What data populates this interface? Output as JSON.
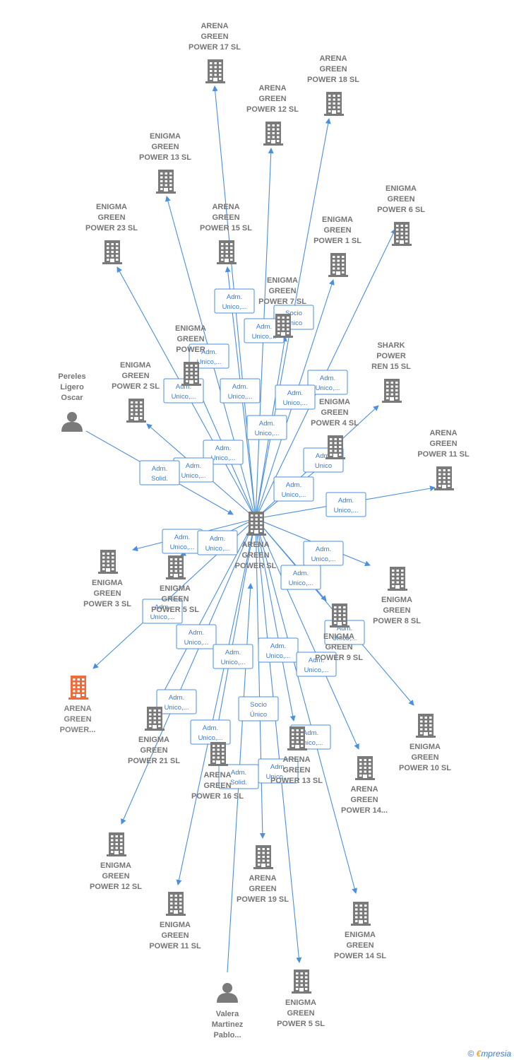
{
  "colors": {
    "edge": "#4a8fe0",
    "company": "#7a7a7a",
    "highlight": "#f06a3a",
    "person": "#7a7a7a",
    "label_border": "#4a8fe0"
  },
  "nodes": [
    {
      "id": "center",
      "kind": "company",
      "icon": "building-icon",
      "lines": [
        "ARENA",
        "GREEN",
        "POWER  SL"
      ]
    },
    {
      "id": "p17",
      "kind": "company",
      "icon": "building-icon",
      "lines": [
        "ARENA",
        "GREEN",
        "POWER 17  SL"
      ]
    },
    {
      "id": "p18",
      "kind": "company",
      "icon": "building-icon",
      "lines": [
        "ARENA",
        "GREEN",
        "POWER 18  SL"
      ]
    },
    {
      "id": "p12a",
      "kind": "company",
      "icon": "building-icon",
      "lines": [
        "ARENA",
        "GREEN",
        "POWER 12  SL"
      ]
    },
    {
      "id": "e13",
      "kind": "company",
      "icon": "building-icon",
      "lines": [
        "ENIGMA",
        "GREEN",
        "POWER 13  SL"
      ]
    },
    {
      "id": "e6",
      "kind": "company",
      "icon": "building-icon",
      "lines": [
        "ENIGMA",
        "GREEN",
        "POWER 6  SL"
      ]
    },
    {
      "id": "e23",
      "kind": "company",
      "icon": "building-icon",
      "lines": [
        "ENIGMA",
        "GREEN",
        "POWER 23  SL"
      ]
    },
    {
      "id": "a15",
      "kind": "company",
      "icon": "building-icon",
      "lines": [
        "ARENA",
        "GREEN",
        "POWER 15  SL"
      ]
    },
    {
      "id": "e1",
      "kind": "company",
      "icon": "building-icon",
      "lines": [
        "ENIGMA",
        "GREEN",
        "POWER 1  SL"
      ]
    },
    {
      "id": "e7",
      "kind": "company",
      "icon": "building-icon",
      "lines": [
        "ENIGMA",
        "GREEN",
        "POWER 7  SL"
      ]
    },
    {
      "id": "ex",
      "kind": "company",
      "icon": "building-icon",
      "lines": [
        "ENIGMA",
        "GREEN",
        "POWER"
      ]
    },
    {
      "id": "shark",
      "kind": "company",
      "icon": "building-icon",
      "lines": [
        "SHARK",
        "POWER",
        "REN 15  SL"
      ]
    },
    {
      "id": "e2",
      "kind": "company",
      "icon": "building-icon",
      "lines": [
        "ENIGMA",
        "GREEN",
        "POWER 2  SL"
      ]
    },
    {
      "id": "e4",
      "kind": "company",
      "icon": "building-icon",
      "lines": [
        "ENIGMA",
        "GREEN",
        "POWER 4  SL"
      ]
    },
    {
      "id": "a11",
      "kind": "company",
      "icon": "building-icon",
      "lines": [
        "ARENA",
        "GREEN",
        "POWER 11  SL"
      ]
    },
    {
      "id": "pereles",
      "kind": "person",
      "icon": "person-icon",
      "lines": [
        "Pereles",
        "Ligero",
        "Oscar"
      ]
    },
    {
      "id": "e3",
      "kind": "company",
      "icon": "building-icon",
      "lines": [
        "ENIGMA",
        "GREEN",
        "POWER 3  SL"
      ]
    },
    {
      "id": "e5b",
      "kind": "company",
      "icon": "building-icon",
      "lines": [
        "ENIGMA",
        "GREEN",
        "POWER 5  SL"
      ]
    },
    {
      "id": "e8",
      "kind": "company",
      "icon": "building-icon",
      "lines": [
        "ENIGMA",
        "GREEN",
        "POWER 8  SL"
      ]
    },
    {
      "id": "e9",
      "kind": "company",
      "icon": "building-icon",
      "lines": [
        "ENIGMA",
        "GREEN",
        "POWER 9  SL"
      ]
    },
    {
      "id": "hl",
      "kind": "highlight",
      "icon": "building-icon",
      "lines": [
        "ARENA",
        "GREEN",
        "POWER..."
      ]
    },
    {
      "id": "e10",
      "kind": "company",
      "icon": "building-icon",
      "lines": [
        "ENIGMA",
        "GREEN",
        "POWER 10  SL"
      ]
    },
    {
      "id": "e21",
      "kind": "company",
      "icon": "building-icon",
      "lines": [
        "ENIGMA",
        "GREEN",
        "POWER 21  SL"
      ]
    },
    {
      "id": "a16",
      "kind": "company",
      "icon": "building-icon",
      "lines": [
        "ARENA",
        "GREEN",
        "POWER 16  SL"
      ]
    },
    {
      "id": "a13",
      "kind": "company",
      "icon": "building-icon",
      "lines": [
        "ARENA",
        "GREEN",
        "POWER 13  SL"
      ]
    },
    {
      "id": "a14",
      "kind": "company",
      "icon": "building-icon",
      "lines": [
        "ARENA",
        "GREEN",
        "POWER 14..."
      ]
    },
    {
      "id": "e12",
      "kind": "company",
      "icon": "building-icon",
      "lines": [
        "ENIGMA",
        "GREEN",
        "POWER 12  SL"
      ]
    },
    {
      "id": "a19",
      "kind": "company",
      "icon": "building-icon",
      "lines": [
        "ARENA",
        "GREEN",
        "POWER 19  SL"
      ]
    },
    {
      "id": "e11",
      "kind": "company",
      "icon": "building-icon",
      "lines": [
        "ENIGMA",
        "GREEN",
        "POWER 11  SL"
      ]
    },
    {
      "id": "e14",
      "kind": "company",
      "icon": "building-icon",
      "lines": [
        "ENIGMA",
        "GREEN",
        "POWER 14  SL"
      ]
    },
    {
      "id": "valera",
      "kind": "person",
      "icon": "person-icon",
      "lines": [
        "Valera",
        "Martinez",
        "Pablo..."
      ]
    },
    {
      "id": "e5",
      "kind": "company",
      "icon": "building-icon",
      "lines": [
        "ENIGMA",
        "GREEN",
        "POWER 5  SL"
      ]
    }
  ],
  "edges": [
    {
      "from": "center",
      "to": "p17",
      "label": [
        "Adm.",
        "Unico,..."
      ]
    },
    {
      "from": "center",
      "to": "p18",
      "label": [
        "Socio",
        "Único"
      ]
    },
    {
      "from": "center",
      "to": "p12a",
      "label": [
        "Adm.",
        "Unico,..."
      ]
    },
    {
      "from": "center",
      "to": "e13",
      "label": [
        "Adm.",
        "Unico,..."
      ]
    },
    {
      "from": "center",
      "to": "e6",
      "label": [
        "Adm.",
        "Unico,..."
      ]
    },
    {
      "from": "center",
      "to": "e23",
      "label": [
        "Adm.",
        "Unico,..."
      ]
    },
    {
      "from": "center",
      "to": "a15",
      "label": [
        "Adm.",
        "Unico,..."
      ]
    },
    {
      "from": "center",
      "to": "e1",
      "label": [
        "Adm.",
        "Unico,..."
      ]
    },
    {
      "from": "center",
      "to": "e7",
      "label": [
        "Adm.",
        "Unico,..."
      ]
    },
    {
      "from": "center",
      "to": "ex",
      "label": [
        "Adm.",
        "Unico,..."
      ]
    },
    {
      "from": "center",
      "to": "shark",
      "label": [
        "Adm.",
        "Unico"
      ]
    },
    {
      "from": "center",
      "to": "e2",
      "label": [
        "Adm.",
        "Unico,..."
      ]
    },
    {
      "from": "center",
      "to": "e4",
      "label": [
        "Adm.",
        "Unico,..."
      ]
    },
    {
      "from": "center",
      "to": "a11",
      "label": [
        "Adm.",
        "Unico,..."
      ]
    },
    {
      "from": "pereles",
      "to": "center",
      "label": [
        "Adm.",
        "Solid."
      ]
    },
    {
      "from": "center",
      "to": "e3",
      "label": [
        "Adm.",
        "Unico,..."
      ]
    },
    {
      "from": "center",
      "to": "e5b",
      "label": [
        "Adm.",
        "Unico,..."
      ]
    },
    {
      "from": "center",
      "to": "e8",
      "label": [
        "Adm.",
        "Unico,..."
      ]
    },
    {
      "from": "center",
      "to": "e9",
      "label": [
        "Adm.",
        "Unico,..."
      ]
    },
    {
      "from": "center",
      "to": "hl",
      "label": [
        "Adm.",
        "Unico,..."
      ]
    },
    {
      "from": "center",
      "to": "e10",
      "label": [
        "Adm.",
        "Unico,..."
      ]
    },
    {
      "from": "center",
      "to": "e21",
      "label": [
        "Adm.",
        "Unico,..."
      ]
    },
    {
      "from": "center",
      "to": "a16",
      "label": [
        "Adm.",
        "Unico,..."
      ]
    },
    {
      "from": "center",
      "to": "a13",
      "label": [
        "Adm.",
        "Unico,..."
      ]
    },
    {
      "from": "center",
      "to": "a14",
      "label": [
        "Adm.",
        "Unico,..."
      ]
    },
    {
      "from": "center",
      "to": "e12",
      "label": [
        "Adm.",
        "Unico,..."
      ]
    },
    {
      "from": "center",
      "to": "a19",
      "label": [
        "Socio",
        "Único"
      ]
    },
    {
      "from": "center",
      "to": "e11",
      "label": [
        "Adm.",
        "Unico,..."
      ]
    },
    {
      "from": "center",
      "to": "e14",
      "label": [
        "Adm.",
        "Unico,..."
      ]
    },
    {
      "from": "valera",
      "to": "center",
      "label": [
        "Adm.",
        "Solid."
      ]
    },
    {
      "from": "center",
      "to": "e5",
      "label": [
        "Adm.",
        "Unico,..."
      ]
    }
  ],
  "footer": {
    "copyright": "©",
    "brand_first": "€",
    "brand_rest": "mpresia"
  }
}
